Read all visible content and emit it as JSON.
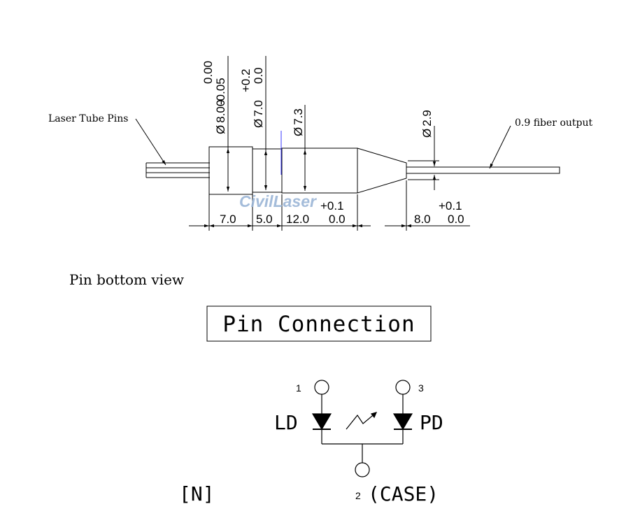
{
  "callouts": {
    "laser_tube_pins": "Laser Tube Pins",
    "fiber_output": "0.9 fiber output"
  },
  "watermark": "CivilLaser",
  "dimensions": {
    "dia_8": {
      "symbol": "Ø",
      "value": "8.00",
      "tol_upper": "0.00",
      "tol_lower": "-0.05"
    },
    "dia_7": {
      "symbol": "Ø",
      "value": "7.0",
      "tol_upper": "+0.2",
      "tol_lower": "0.0"
    },
    "dia_73": {
      "symbol": "Ø",
      "value": "7.3"
    },
    "dia_29": {
      "symbol": "Ø",
      "value": "2.9"
    },
    "len_7": "7.0",
    "len_5": "5.0",
    "len_12": "12.0",
    "tol_12_upper": "+0.1",
    "tol_12_lower": "0.0",
    "len_8": "8.0",
    "tol_8_upper": "+0.1",
    "tol_8_lower": "0.0"
  },
  "section_title": "Pin bottom view",
  "pin_connection": {
    "title": "Pin Connection",
    "pin1": "1",
    "pin2": "2",
    "pin3": "3",
    "ld": "LD",
    "pd": "PD",
    "case": "(CASE)",
    "code": "[N]"
  },
  "colors": {
    "line": "#000000",
    "watermark": "#9bb5d6",
    "accent_line": "#3a3aff"
  }
}
